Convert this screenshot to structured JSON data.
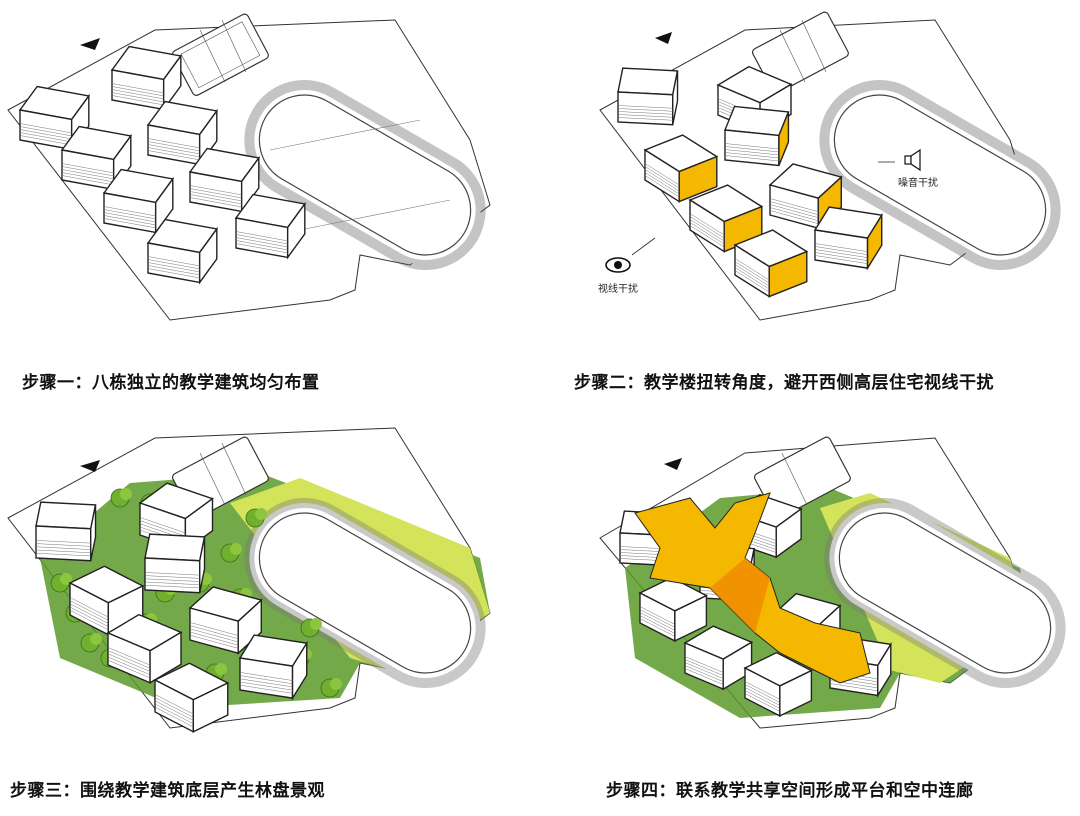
{
  "steps": [
    {
      "caption": "步骤一：八栋独立的教学建筑均匀布置"
    },
    {
      "caption": "步骤二：教学楼扭转角度，避开西侧高层住宅视线干扰",
      "labels": {
        "sight": "视线干扰",
        "noise": "噪音干扰"
      }
    },
    {
      "caption": "步骤三：围绕教学建筑底层产生林盘景观"
    },
    {
      "caption": "步骤四：联系教学共享空间形成平台和空中连廊"
    }
  ],
  "colors": {
    "building_face": "#ffffff",
    "stroke": "#222222",
    "accent_yellow": "#f5b800",
    "green_light": "#c8dc50",
    "green_dark": "#5c9a2a"
  }
}
